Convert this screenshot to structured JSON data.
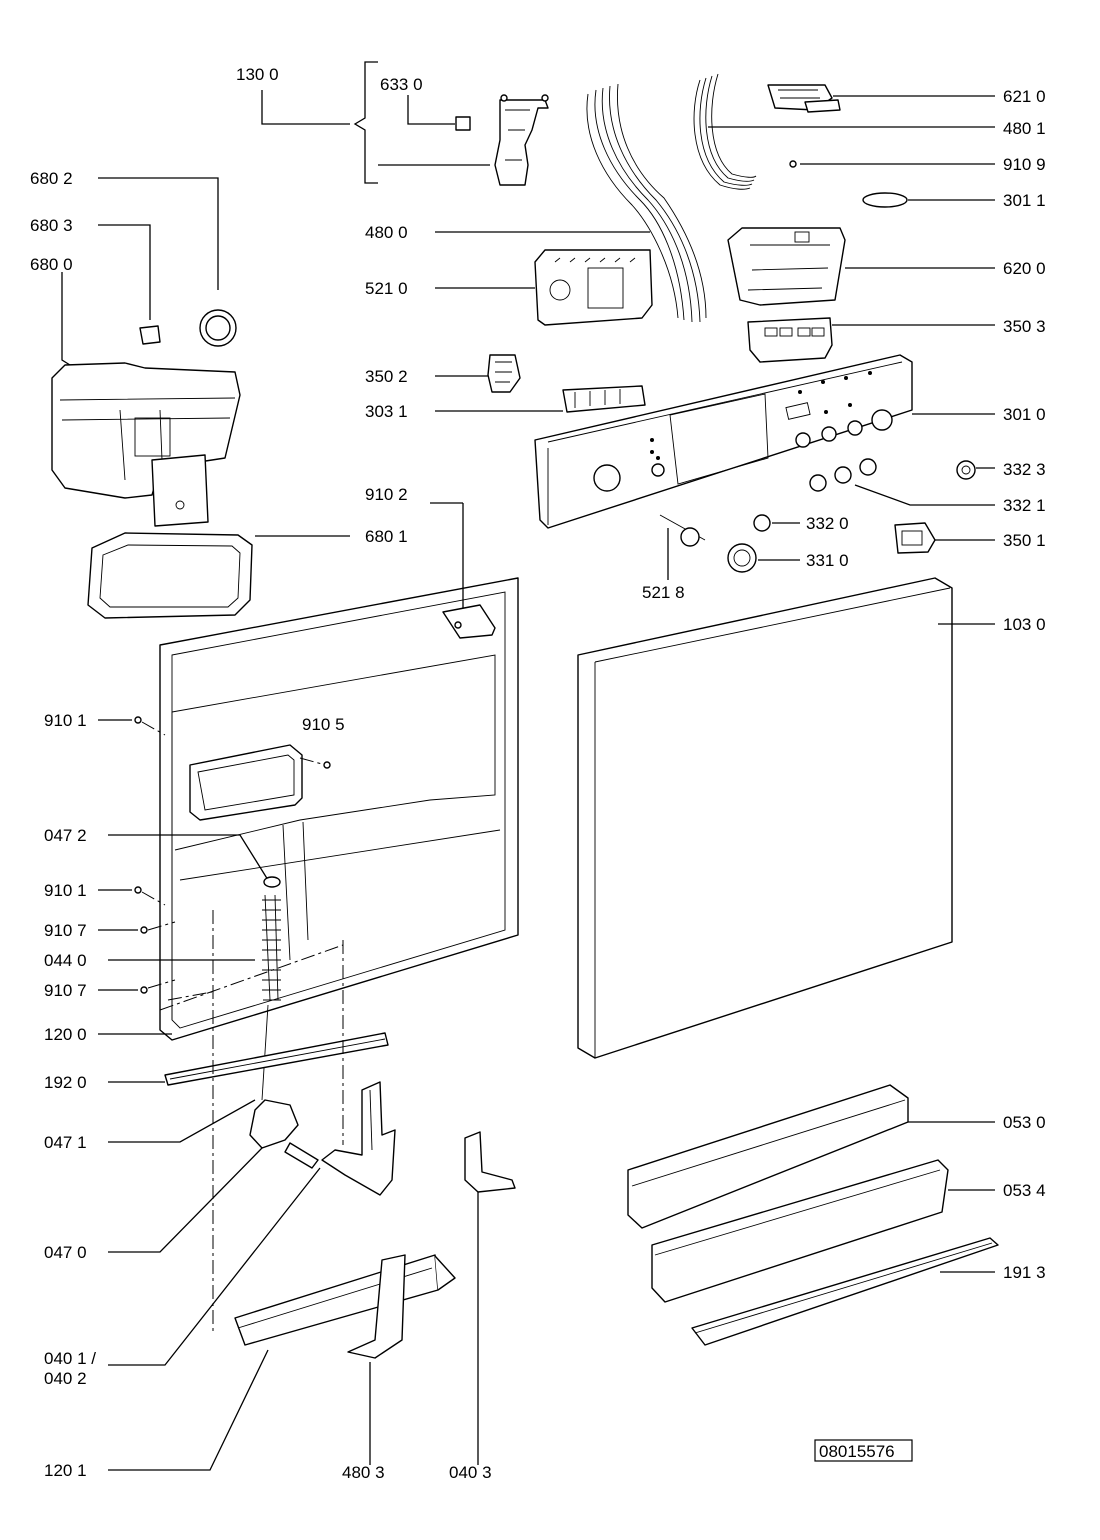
{
  "diagram_id": "08015576",
  "labels": {
    "l1300": "130 0",
    "l6330": "633 0",
    "l6802": "680 2",
    "l6803": "680 3",
    "l6800": "680 0",
    "l4800": "480 0",
    "l5210": "521 0",
    "l3502": "350 2",
    "l3031": "303 1",
    "l6210": "621 0",
    "l4801": "480 1",
    "l9109": "910 9",
    "l3011": "301 1",
    "l6200": "620 0",
    "l3503": "350 3",
    "l3010": "301 0",
    "l3323": "332 3",
    "l3321": "332 1",
    "l3320": "332 0",
    "l3501": "350 1",
    "l3310": "331 0",
    "l5218": "521 8",
    "l9102": "910 2",
    "l6801": "680 1",
    "l1030": "103 0",
    "l9101a": "910 1",
    "l9105": "910 5",
    "l0472": "047 2",
    "l9101b": "910 1",
    "l9107a": "910 7",
    "l0440": "044 0",
    "l9107b": "910 7",
    "l1200": "120 0",
    "l1920": "192 0",
    "l0471": "047 1",
    "l0470": "047 0",
    "l0401": "040 1 /",
    "l0402": "040 2",
    "l1201": "120 1",
    "l4803": "480 3",
    "l0403": "040 3",
    "l0530": "053 0",
    "l0534": "053 4",
    "l1913": "191 3"
  }
}
